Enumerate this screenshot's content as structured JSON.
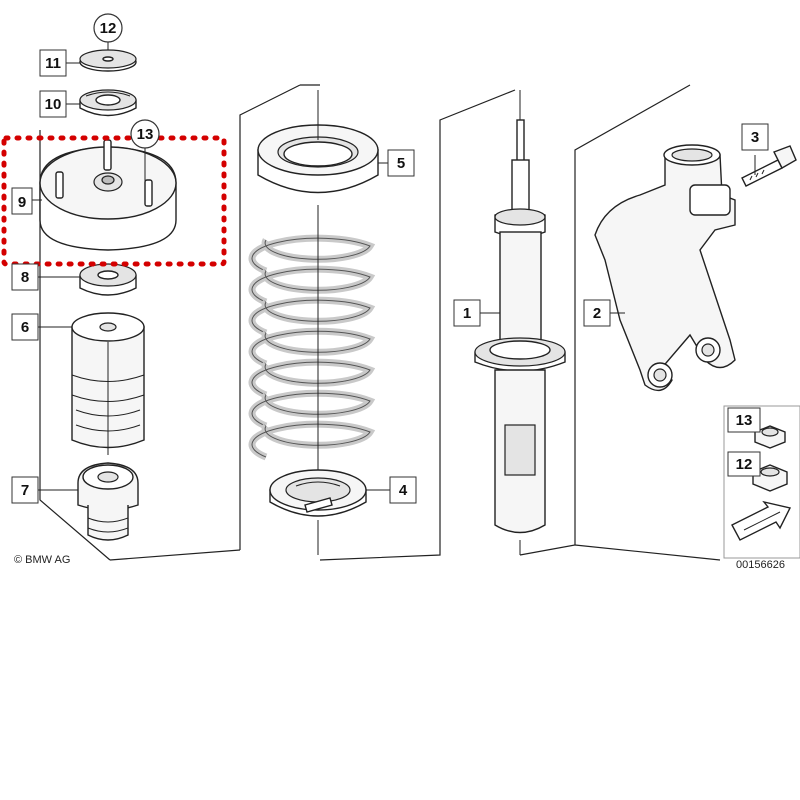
{
  "callouts": {
    "c1": "1",
    "c2": "2",
    "c3": "3",
    "c4": "4",
    "c5": "5",
    "c6": "6",
    "c7": "7",
    "c8": "8",
    "c9": "9",
    "c10": "10",
    "c11": "11",
    "c12": "12",
    "c13": "13"
  },
  "legend": {
    "item13": "13",
    "item12": "12"
  },
  "highlight": {
    "callout": "9",
    "color": "#d40000",
    "label_fill": "#fff3a0"
  },
  "captions": {
    "copyright": "© BMW AG",
    "diagram_id": "00156626"
  }
}
